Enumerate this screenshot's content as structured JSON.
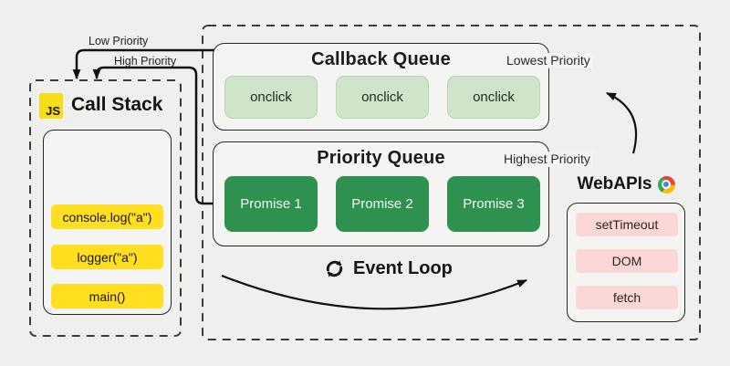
{
  "call_stack": {
    "logo": "JS",
    "title": "Call Stack",
    "frames": [
      "console.log(\"a\")",
      "logger(\"a\")",
      "main()"
    ]
  },
  "callback_queue": {
    "title": "Callback Queue",
    "priority_label": "Lowest Priority",
    "items": [
      "onclick",
      "onclick",
      "onclick"
    ]
  },
  "priority_queue": {
    "title": "Priority Queue",
    "priority_label": "Highest Priority",
    "items": [
      "Promise 1",
      "Promise 2",
      "Promise 3"
    ]
  },
  "event_loop": {
    "label": "Event Loop"
  },
  "webapis": {
    "title": "WebAPIs",
    "items": [
      "setTimeout",
      "DOM",
      "fetch"
    ]
  },
  "flow_labels": {
    "low": "Low Priority",
    "high": "High Priority"
  },
  "colors": {
    "background": "#efefed",
    "js_yellow": "#f5de19",
    "stack_frame_yellow": "#ffdf20",
    "callback_green_light": "#cfe5ca",
    "promise_green_dark": "#2e9150",
    "webapi_pink": "#fbd7d7",
    "arrow_black": "#111111"
  }
}
